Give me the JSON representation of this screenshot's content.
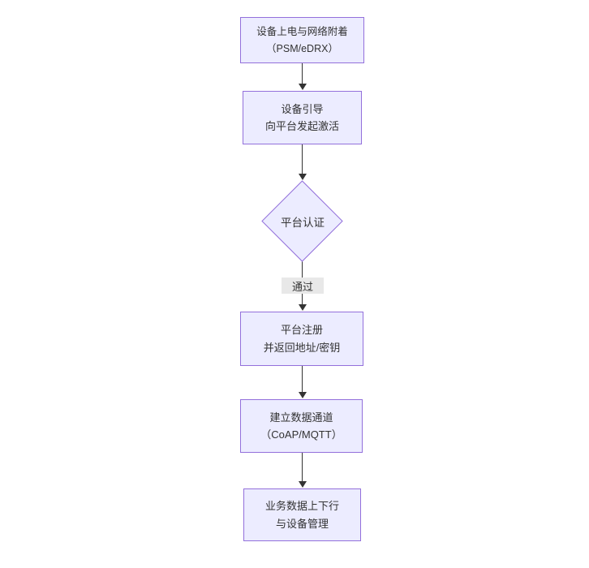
{
  "diagram": {
    "type": "flowchart",
    "direction": "top-down",
    "nodes": [
      {
        "id": "power-attach",
        "shape": "rect",
        "lines": [
          "设备上电与网络附着",
          "（PSM/eDRX）"
        ]
      },
      {
        "id": "bootstrap",
        "shape": "rect",
        "lines": [
          "设备引导",
          "向平台发起激活"
        ]
      },
      {
        "id": "platform-auth",
        "shape": "diamond",
        "lines": [
          "平台认证"
        ]
      },
      {
        "id": "register",
        "shape": "rect",
        "lines": [
          "平台注册",
          "并返回地址/密钥"
        ]
      },
      {
        "id": "data-channel",
        "shape": "rect",
        "lines": [
          "建立数据通道",
          "（CoAP/MQTT）"
        ]
      },
      {
        "id": "business-data",
        "shape": "rect",
        "lines": [
          "业务数据上下行",
          "与设备管理"
        ]
      }
    ],
    "edges": [
      {
        "from": "power-attach",
        "to": "bootstrap",
        "label": ""
      },
      {
        "from": "bootstrap",
        "to": "platform-auth",
        "label": ""
      },
      {
        "from": "platform-auth",
        "to": "register",
        "label": "通过"
      },
      {
        "from": "register",
        "to": "data-channel",
        "label": ""
      },
      {
        "from": "data-channel",
        "to": "business-data",
        "label": ""
      }
    ],
    "colors": {
      "node_fill": "#ECECFF",
      "node_border": "#9370DB",
      "text": "#333333",
      "edge": "#333333",
      "edge_label_bg": "#e8e8e8"
    }
  }
}
